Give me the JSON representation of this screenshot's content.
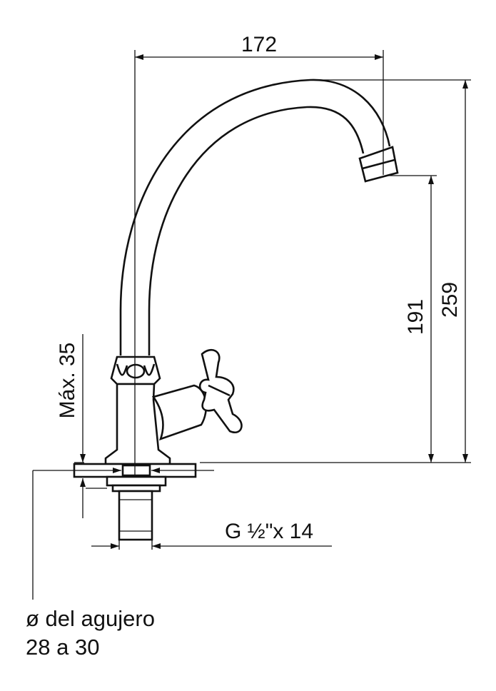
{
  "dimensions": {
    "width_label": "172",
    "total_height_label": "259",
    "spout_height_label": "191",
    "max_thickness_label": "Máx. 35",
    "thread_label": "G ½\"x 14"
  },
  "note": {
    "line1": "ø del agujero",
    "line2": "28 a 30"
  },
  "colors": {
    "ink": "#111111",
    "background": "#ffffff"
  }
}
